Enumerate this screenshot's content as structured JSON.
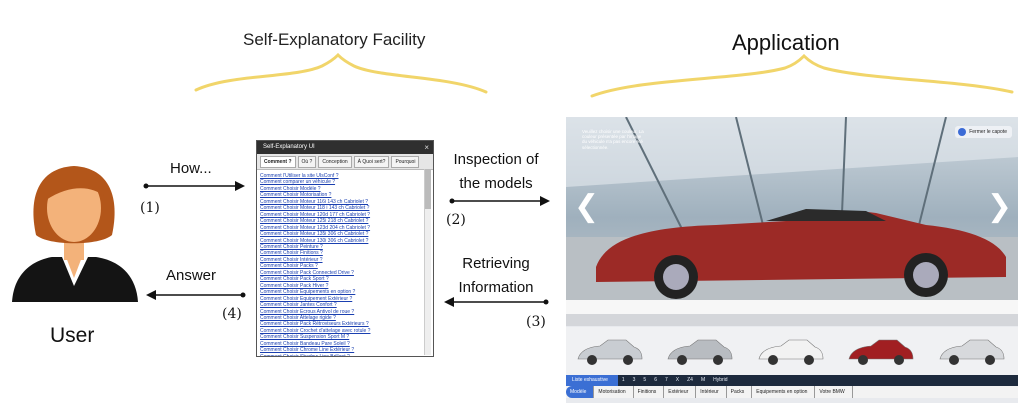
{
  "headings": {
    "self_explanatory": "Self-Explanatory Facility",
    "application": "Application"
  },
  "user": {
    "label": "User"
  },
  "arrows": {
    "how": {
      "label": "How...",
      "number": "(1)"
    },
    "inspection": {
      "label_line1": "Inspection of",
      "label_line2": "the models",
      "number": "(2)"
    },
    "retrieving": {
      "label_line1": "Retrieving",
      "label_line2": "Information",
      "number": "(3)"
    },
    "answer": {
      "label": "Answer",
      "number": "(4)"
    }
  },
  "se_window": {
    "title": "Self-Explanatory UI",
    "close": "×",
    "tabs": [
      "Comment ?",
      "Où ?",
      "Conception",
      "À Quoi sert?",
      "Pourquoi"
    ],
    "items": [
      "Comment l'Utiliser la site UIsConf ?",
      "Comment comparer un véhicule ?",
      "Comment Choisir Modèle ?",
      "Comment Choisir Motorisation ?",
      "Comment Choisir Moteur 116i 143 ch Cabriolet ?",
      "Comment Choisir Moteur 118 i 143 ch Cabriolet ?",
      "Comment Choisir Moteur 120d 177 ch Cabriolet ?",
      "Comment Choisir Moteur 125i 218 ch Cabriolet ?",
      "Comment Choisir Moteur 123d 204 ch Cabriolet ?",
      "Comment Choisir Moteur 135i 306 ch Cabriolet ?",
      "Comment Choisir Moteur 130i 306 ch Cabriolet ?",
      "Comment Choisir Peinture ?",
      "Comment Choisir Finitions ?",
      "Comment Choisir Intérieur ?",
      "Comment Choisir Packs ?",
      "Comment Choisir Pack Connected Drive ?",
      "Comment Choisir Pack Sport ?",
      "Comment Choisir Pack Hiver ?",
      "Comment Choisir Equipements en option ?",
      "Comment Choisir Equipement Extérieur ?",
      "Comment Choisir Jantes Confort ?",
      "Comment Choisir Écrous Antivol de roue ?",
      "Comment Choisir Attelage rigide ?",
      "Comment Choisir Pack Rétroviseurs Extérieurs ?",
      "Comment Choisir Crochet d'attelage avec rotule ?",
      "Comment Choisir Suspension Sport M ?",
      "Comment Choisir Bandeau Pare Soleil ?",
      "Comment Choisir Chrome Line Extérieur ?",
      "Comment Choisir Shadow Line Brillant ?"
    ]
  },
  "app_window": {
    "caption": "Veuillez choisir une couleur. La couleur présentée par l'image du véhicule n'a pas encore été sélectionnée.",
    "close_button": "Fermer le capote",
    "nav_left": "❮",
    "nav_right": "❯",
    "series_bar": [
      "Liste exhaustive",
      "1",
      "3",
      "5",
      "6",
      "7",
      "X",
      "Z4",
      "M",
      "Hybrid"
    ],
    "steps": [
      "Modèle",
      "Motorisation",
      "Finitions",
      "Extérieur",
      "Intérieur",
      "Packs",
      "Equipements en option",
      "Votre BMW"
    ],
    "thumbnail_colors": [
      "#c9cdd2",
      "#b8bcc1",
      "#f2f2f2",
      "#a11f22",
      "#d7d9dc"
    ]
  },
  "colors": {
    "brace": "#f1d56a",
    "arrow": "#111111",
    "hair": "#b3561a",
    "skin": "#f3b27a",
    "suit": "#141414",
    "car_body": "#9c2a26"
  }
}
